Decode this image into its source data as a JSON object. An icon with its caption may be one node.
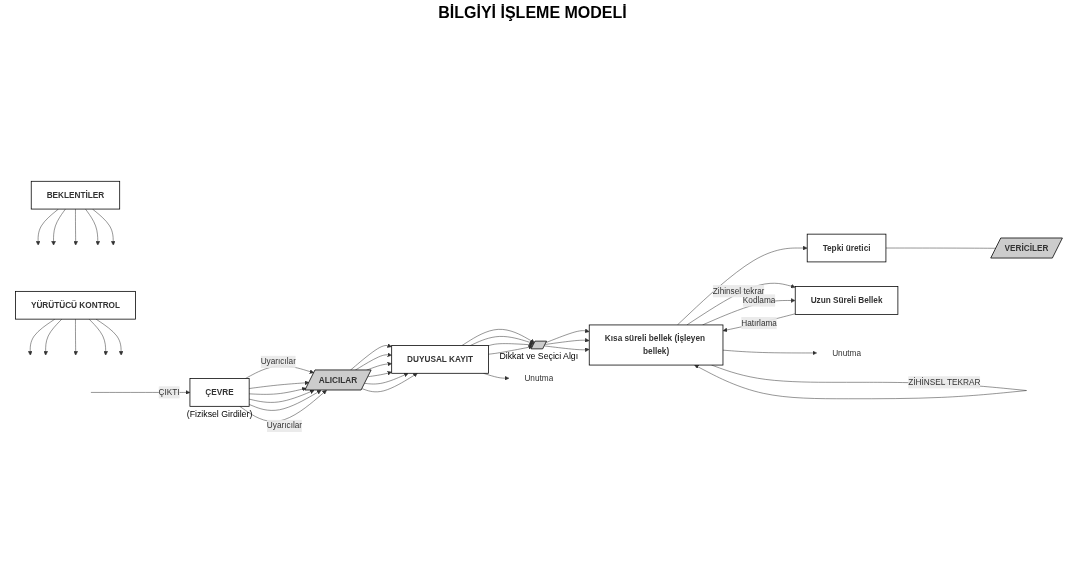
{
  "diagram": {
    "title": "BİLGİYİ İŞLEME MODELİ",
    "nodes": [
      {
        "text": [
          "YÜRÜTÜCÜ KONTROL"
        ]
      },
      {
        "text": [
          "BEKLENTİLER"
        ]
      },
      {
        "text": [
          "ÇEVRE"
        ],
        "beside": [
          "(Fiziksel Girdiler)"
        ]
      },
      {
        "text": [
          "VERİCİLER"
        ]
      },
      {
        "text": [
          "Tepki üretici"
        ]
      },
      {
        "text": [
          "ALICILAR"
        ]
      },
      {
        "text": [
          "DUYUSAL KAYIT"
        ]
      },
      {
        "text": [],
        "shape": "bar",
        "beside": [
          "Dikkat ve Seçici Algı"
        ]
      },
      {
        "text": [
          "Kısa süreli bellek (İşleyen bellek)"
        ]
      },
      {
        "text": [
          "Uzun Süreli Bellek"
        ]
      },
      {
        "text": [
          "Unutma"
        ]
      },
      {
        "text": [
          "Unutma"
        ]
      }
    ],
    "edges": [
      {
        "from": 0,
        "to": null,
        "arrow": "to"
      },
      {
        "from": 0,
        "to": null,
        "arrow": "to"
      },
      {
        "from": 0,
        "to": null,
        "arrow": "to"
      },
      {
        "from": 0,
        "to": null,
        "arrow": "to"
      },
      {
        "from": 0,
        "to": null,
        "arrow": "to"
      },
      {
        "from": 1,
        "to": null,
        "arrow": "to"
      },
      {
        "from": 1,
        "to": null,
        "arrow": "to"
      },
      {
        "from": 1,
        "to": null,
        "arrow": "to"
      },
      {
        "from": 1,
        "to": null,
        "arrow": "to"
      },
      {
        "from": 1,
        "to": null,
        "arrow": "to"
      },
      {
        "from": null,
        "to": 2,
        "arrow": "to",
        "label": "ÇIKTI"
      },
      {
        "from": 4,
        "to": 3,
        "arrow": "none"
      },
      {
        "from": 8,
        "to": 4,
        "arrow": "to"
      },
      {
        "from": 2,
        "to": 5,
        "arrow": "to",
        "label": "Uyarıcılar"
      },
      {
        "from": 2,
        "to": 5,
        "arrow": "to"
      },
      {
        "from": 2,
        "to": 5,
        "arrow": "to"
      },
      {
        "from": 2,
        "to": 5,
        "arrow": "to"
      },
      {
        "from": 2,
        "to": 5,
        "arrow": "to"
      },
      {
        "from": 2,
        "to": 5,
        "arrow": "to",
        "label": "Uyarıcılar"
      },
      {
        "from": 5,
        "to": 6,
        "arrow": "to"
      },
      {
        "from": 5,
        "to": 6,
        "arrow": "to"
      },
      {
        "from": 5,
        "to": 6,
        "arrow": "to"
      },
      {
        "from": 5,
        "to": 6,
        "arrow": "to"
      },
      {
        "from": 5,
        "to": 6,
        "arrow": "to"
      },
      {
        "from": 5,
        "to": 6,
        "arrow": "to"
      },
      {
        "from": 6,
        "to": 7,
        "arrow": "to"
      },
      {
        "from": 6,
        "to": 7,
        "arrow": "to"
      },
      {
        "from": 6,
        "to": 7,
        "arrow": "to"
      },
      {
        "from": 6,
        "to": 7,
        "arrow": "to"
      },
      {
        "from": 7,
        "to": 8,
        "arrow": "to"
      },
      {
        "from": 7,
        "to": 8,
        "arrow": "to"
      },
      {
        "from": 7,
        "to": 8,
        "arrow": "to"
      },
      {
        "from": 8,
        "to": 8,
        "arrow": "to",
        "label": "ZİHİNSEL TEKRAR"
      },
      {
        "from": 8,
        "to": 9,
        "arrow": "to",
        "label": "Zihinsel tekrar"
      },
      {
        "from": 8,
        "to": 9,
        "arrow": "to",
        "label": "Kodlama"
      },
      {
        "from": 9,
        "to": 8,
        "arrow": "to",
        "label": "Hatırlama"
      },
      {
        "from": 6,
        "to": 10,
        "arrow": "to"
      },
      {
        "from": 8,
        "to": 11,
        "arrow": "to"
      }
    ]
  }
}
